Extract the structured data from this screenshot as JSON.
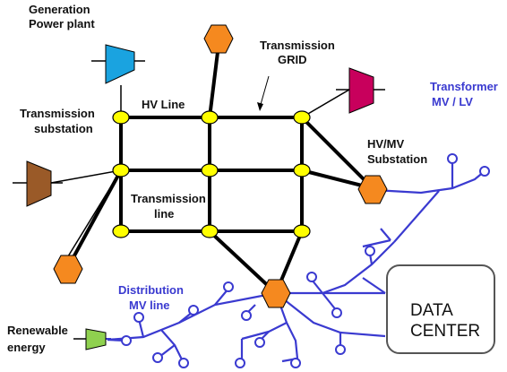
{
  "labels": {
    "generation": [
      "Generation",
      "Power plant"
    ],
    "transmission_grid": [
      "Transmission",
      "GRID"
    ],
    "hv_line": "HV Line",
    "transmission_substation": [
      "Transmission",
      "substation"
    ],
    "transformer": [
      "Transformer",
      "MV / LV"
    ],
    "hvmv_substation": [
      "HV/MV",
      "Substation"
    ],
    "transmission_line": [
      "Transmission",
      "line"
    ],
    "distribution": [
      "Distribution",
      "MV line"
    ],
    "renewable": [
      "Renewable",
      "energy"
    ],
    "data_center": [
      "DATA",
      "CENTER"
    ]
  },
  "colors": {
    "generator_blue": "#1aa3e0",
    "generator_magenta": "#c8005c",
    "generator_brown": "#9a5a28",
    "renewable_green": "#8fd14f",
    "substation_orange": "#f5891f",
    "grid_node_yellow": "#ffff00",
    "distribution_blue": "#3a3ad0"
  },
  "icons": [
    "generator-trapezoid-icon",
    "substation-hexagon-icon",
    "grid-node-circle-icon",
    "load-endpoint-circle-icon"
  ]
}
